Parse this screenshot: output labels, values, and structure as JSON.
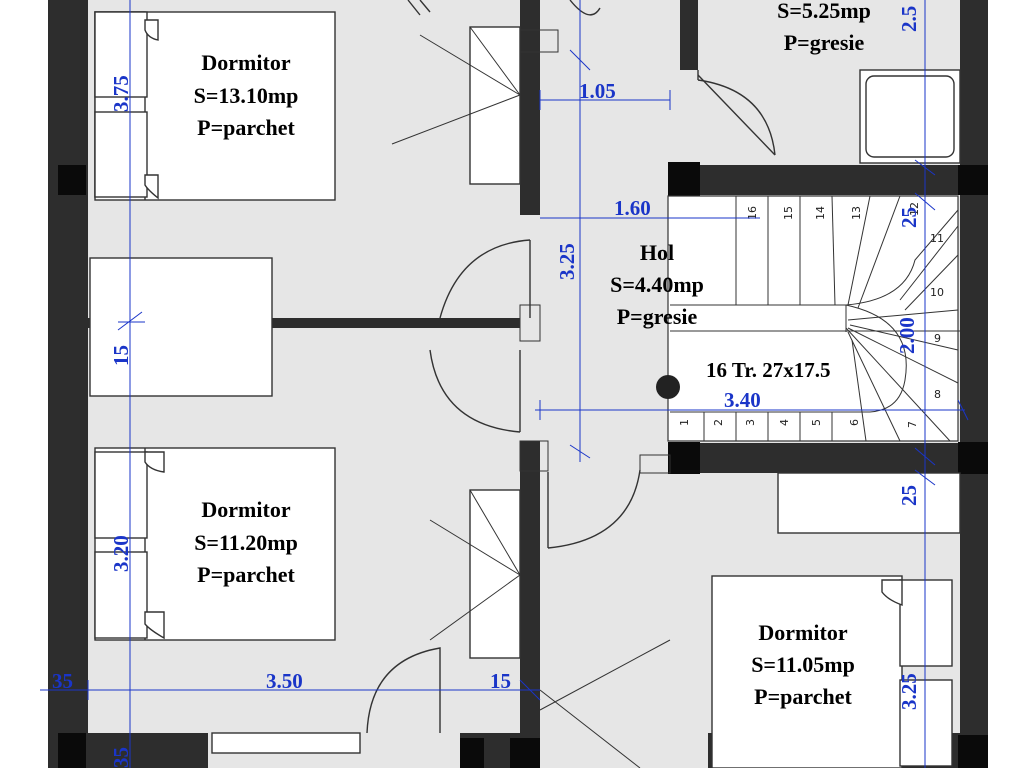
{
  "rooms": [
    {
      "name": "Dormitor",
      "area": "S=13.10mp",
      "floor": "P=parchet"
    },
    {
      "name": "Dormitor",
      "area": "S=11.20mp",
      "floor": "P=parchet"
    },
    {
      "name": "Dormitor",
      "area": "S=11.05mp",
      "floor": "P=parchet"
    },
    {
      "name": "Hol",
      "area": "S=4.40mp",
      "floor": "P=gresie"
    },
    {
      "name": "",
      "area": "S=5.25mp",
      "floor": "P=gresie"
    }
  ],
  "dimensions": {
    "d105": "1.05",
    "d160": "1.60",
    "d325a": "3.25",
    "d340": "3.40",
    "d200": "2.00",
    "d375": "3.75",
    "d15a": "15",
    "d320": "3.20",
    "d35a": "35",
    "d350": "3.50",
    "d15b": "15",
    "d35b": "35",
    "d25a": "25",
    "d25b": "25",
    "d325b": "3.25",
    "d25c": "2.5"
  },
  "stairs": {
    "note": "16 Tr. 27x17.5",
    "steps": [
      "1",
      "2",
      "3",
      "4",
      "5",
      "6",
      "7",
      "8",
      "9",
      "10",
      "11",
      "12",
      "13",
      "14",
      "15",
      "16"
    ]
  },
  "colors": {
    "wall": "#2d2d2d",
    "floor": "#e6e6e6",
    "dimension": "#1a35c8"
  }
}
